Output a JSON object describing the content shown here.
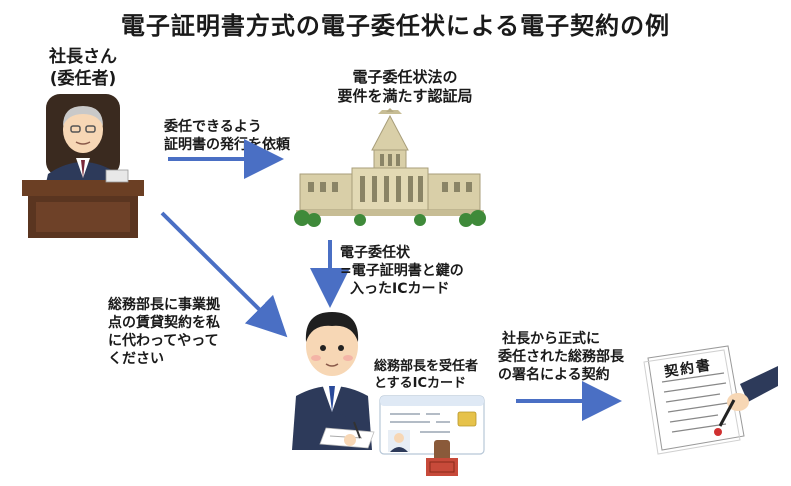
{
  "title": "電子証明書方式の電子委任状による電子契約の例",
  "president": {
    "line1": "社長さん",
    "line2": "(委任者)"
  },
  "authority": {
    "line1": "電子委任状法の",
    "line2": "要件を満たす認証局"
  },
  "request": {
    "line1": "委任できるよう",
    "line2": "証明書の発行を依頼"
  },
  "delivery": {
    "line1": "電子委任状",
    "line2": "=電子証明書と鍵の",
    "line3": "入ったICカード"
  },
  "instruction": {
    "line1": "総務部長に事業拠",
    "line2": "点の賃貸契約を私",
    "line3": "に代わってやって",
    "line4": "ください"
  },
  "card_caption": {
    "line1": "総務部長を受任者",
    "line2": "とするICカード"
  },
  "signing": {
    "line1": "社長から正式に",
    "line2": "委任された総務部長",
    "line3": "の署名による契約"
  },
  "contract_doc": {
    "heading": "契約書"
  },
  "colors": {
    "arrow": "#4a6fc4",
    "building": "#d9cfa8",
    "suit": "#2d3a5a",
    "skin": "#f7d7b5"
  }
}
